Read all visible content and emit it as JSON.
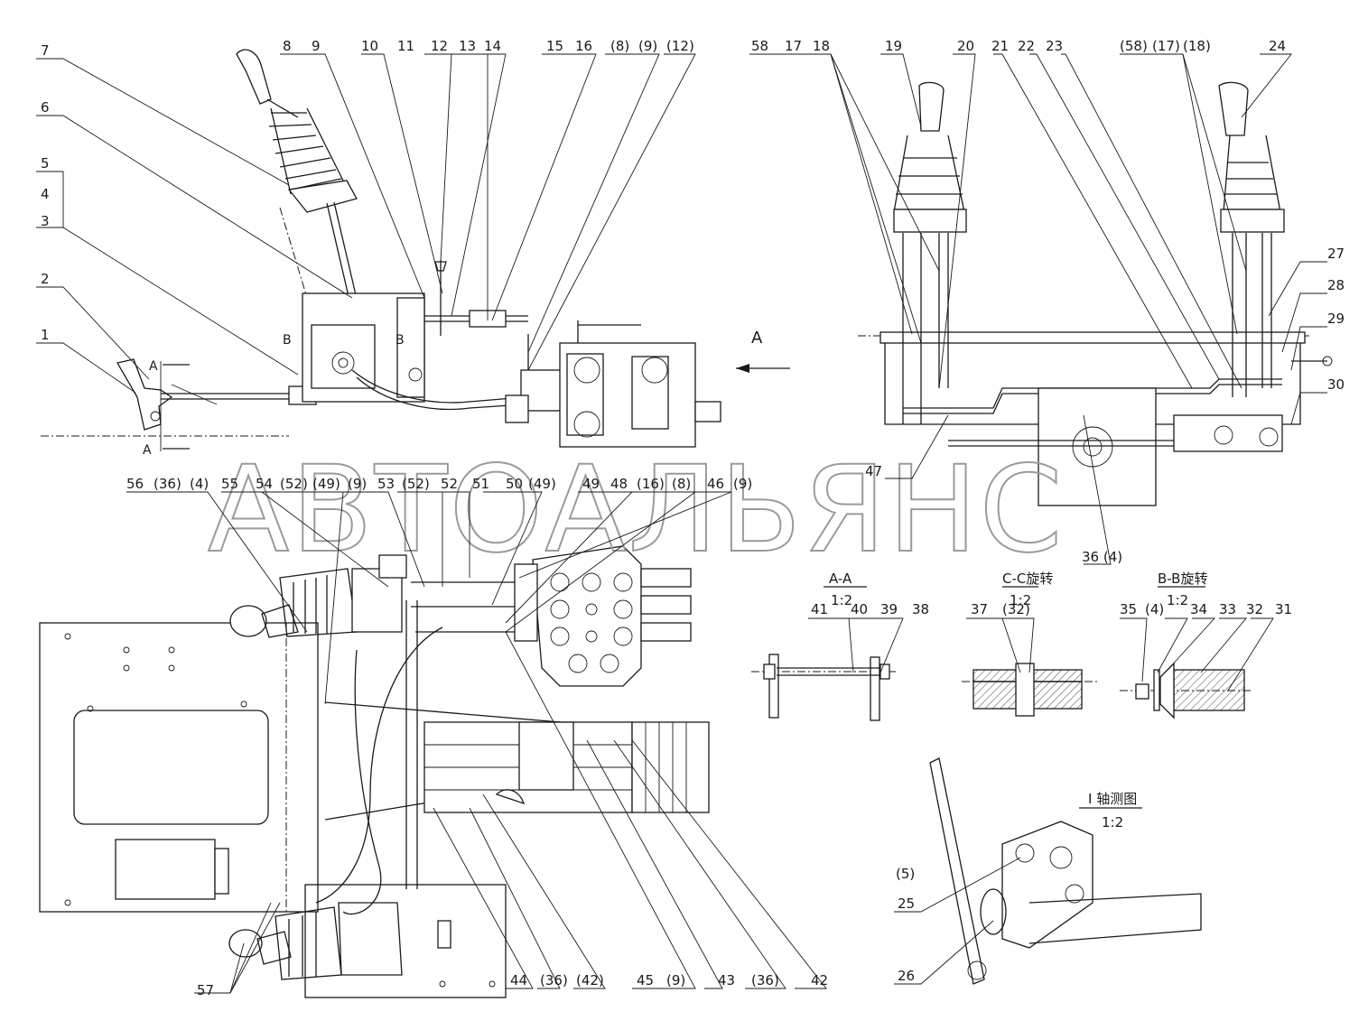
{
  "watermark": "АВТОАЛЬЯНС",
  "view_letter": "A",
  "section_marks": {
    "a": "A",
    "b": "B"
  },
  "callouts": {
    "c1": "1",
    "c2": "2",
    "c3": "3",
    "c4": "4",
    "c5": "5",
    "c6": "6",
    "c7": "7",
    "c8": "8",
    "c9": "9",
    "c10": "10",
    "c11": "11",
    "c12": "12",
    "c13": "13",
    "c14": "14",
    "c15": "15",
    "c16": "16",
    "c8p": "(8)",
    "c9p": "(9)",
    "c12p": "(12)",
    "c58": "58",
    "c17": "17",
    "c18": "18",
    "c19": "19",
    "c20": "20",
    "c21": "21",
    "c22": "22",
    "c23": "23",
    "c58p": "(58)",
    "c17p": "(17)",
    "c18p": "(18)",
    "c24": "24",
    "c27": "27",
    "c28": "28",
    "c29": "29",
    "c30": "30",
    "c47": "47",
    "c36_4": "36 (4)",
    "c56": "56",
    "c36p": "(36)",
    "c4p": "(4)",
    "c55": "55",
    "c54": "54",
    "c52p": "(52)",
    "c49p": "(49)",
    "c9p2": "(9)",
    "c53": "53",
    "c52p2": "(52)",
    "c52": "52",
    "c51": "51",
    "c50": "50",
    "c49p2": "(49)",
    "c49": "49",
    "c48": "48",
    "c16p": "(16)",
    "c8p2": "(8)",
    "c46": "46",
    "c9p3": "(9)",
    "c41": "41",
    "c40": "40",
    "c39": "39",
    "c38": "38",
    "c37": "37",
    "c32p": "(32)",
    "c35": "35",
    "c4p2": "(4)",
    "c34": "34",
    "c33": "33",
    "c32": "32",
    "c31": "31",
    "c5p": "(5)",
    "c25": "25",
    "c26": "26",
    "c57": "57",
    "c44": "44",
    "c36p2": "(36)",
    "c42p": "(42)",
    "c45": "45",
    "c9p4": "(9)",
    "c43": "43",
    "c36p3": "(36)",
    "c42": "42"
  },
  "sections": {
    "aa_title": "A-A",
    "aa_scale": "1:2",
    "cc_title": "C-C旋转",
    "cc_scale": "1:2",
    "bb_title": "B-B旋转",
    "bb_scale": "1:2",
    "iso_title": "I  轴测图",
    "iso_scale": "1:2"
  }
}
